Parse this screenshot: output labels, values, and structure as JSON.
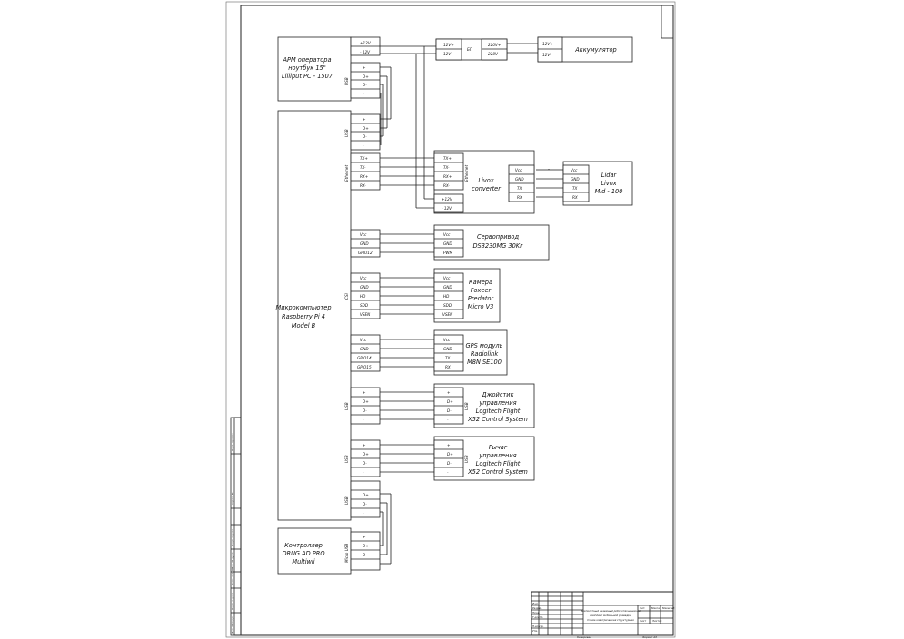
{
  "operator_pc": {
    "lines": [
      "АРМ оператора",
      "ноутбук 15\"",
      "Lilliput PC - 1507"
    ],
    "pins_top": [
      "+12V",
      "- 12V"
    ],
    "pins_usb": [
      "+",
      "D+",
      "D-",
      "-"
    ],
    "tag_usb": "USB"
  },
  "bp": {
    "tag": "БП",
    "pins_in": [
      "12V+",
      "12V-"
    ],
    "pins_out": [
      "220V+",
      "220V-"
    ]
  },
  "battery": {
    "lines": [
      "Аккумулятор"
    ],
    "pins": [
      "12V+",
      "12V-"
    ]
  },
  "rpi": {
    "lines": [
      "Микрокомпьютер",
      "Raspberry Pi 4",
      "Model B"
    ],
    "usb1_pins": [
      "+",
      "D+",
      "D-",
      "-"
    ],
    "usb1_tag": "USB",
    "eth_pins": [
      "TX+",
      "TX-",
      "RX+",
      "RX-"
    ],
    "eth_tag": "Ethernet",
    "servo_pins": [
      "Vcc",
      "GND",
      "GPIO12"
    ],
    "cam_pins": [
      "Vcc",
      "GND",
      "HD",
      "SDD",
      "VSEN"
    ],
    "cam_tag": "CSI",
    "gps_pins": [
      "Vcc",
      "GND",
      "GPIO14",
      "GPIO15"
    ],
    "usb2_pins": [
      "+",
      "D+",
      "D-",
      "-"
    ],
    "usb2_tag": "USB",
    "usb3_pins": [
      "+",
      "D+",
      "D-",
      "-"
    ],
    "usb3_tag": "USB",
    "usb4_pins": [
      "D+",
      "D-",
      "-"
    ],
    "usb4_tag": "USB"
  },
  "livox_conv": {
    "lines": [
      "Livox",
      "converter"
    ],
    "eth_tag": "Ethernet",
    "eth_pins": [
      "TX+",
      "TX-",
      "RX+",
      "RX-"
    ],
    "pwr_pins": [
      "+12V",
      "- 12V"
    ],
    "out_pins": [
      "Vcc",
      "GND",
      "TX",
      "RX"
    ]
  },
  "lidar": {
    "lines": [
      "Lidar",
      "Livox",
      "Mid - 100"
    ],
    "pins": [
      "Vcc",
      "GND",
      "TX",
      "RX"
    ]
  },
  "servo": {
    "lines": [
      "Сервопривод",
      "DS3230MG 30Kг"
    ],
    "pins": [
      "Vcc",
      "GND",
      "PWM"
    ]
  },
  "camera": {
    "lines": [
      "Камера",
      "Foxeer",
      "Predator",
      "Micro V3"
    ],
    "pins": [
      "Vcc",
      "GND",
      "HD",
      "SDD",
      "VSEN"
    ]
  },
  "gps": {
    "lines": [
      "GPS модуль",
      "Radiolink",
      "M8N SE100"
    ],
    "pins": [
      "Vcc",
      "GND",
      "TX",
      "RX"
    ]
  },
  "joystick": {
    "lines": [
      "Джойстик",
      "управления",
      "Logitech Flight",
      "X52 Control System"
    ],
    "pins": [
      "+",
      "D+",
      "D-",
      "-"
    ],
    "tag": "USB"
  },
  "throttle": {
    "lines": [
      "Рычаг",
      "управления",
      "Logitech Flight",
      "X52 Control System"
    ],
    "pins": [
      "+",
      "D+",
      "D-",
      "-"
    ],
    "tag": "USB"
  },
  "controller": {
    "lines": [
      "Контроллер",
      "DRUG AD PRO",
      "Multiwii"
    ],
    "pins": [
      "+",
      "D+",
      "D-",
      "-"
    ],
    "tag": "Micro USB"
  },
  "sidebar_stamps": [
    "Перв. примен.",
    "Справ. №",
    "Подп. и дата",
    "Инв. № дубл.",
    "Взам. инв. №",
    "Подп. и дата",
    "Инв. № подл."
  ],
  "title_block": {
    "title_lines": [
      "Беспилотный наземный робототехнический",
      "комплекс мобильной разведки"
    ],
    "doc_type": "Схема электрическая структурная",
    "headers": [
      "Лит.",
      "Масса",
      "Масштаб"
    ],
    "rows": [
      "Изм.",
      "Разраб.",
      "Пров.",
      "Т.контр.",
      "Н.контр.",
      "Утв."
    ],
    "sheet": "Лист",
    "sheets": "Листов",
    "copied": "Копировал",
    "format": "Формат А3"
  }
}
